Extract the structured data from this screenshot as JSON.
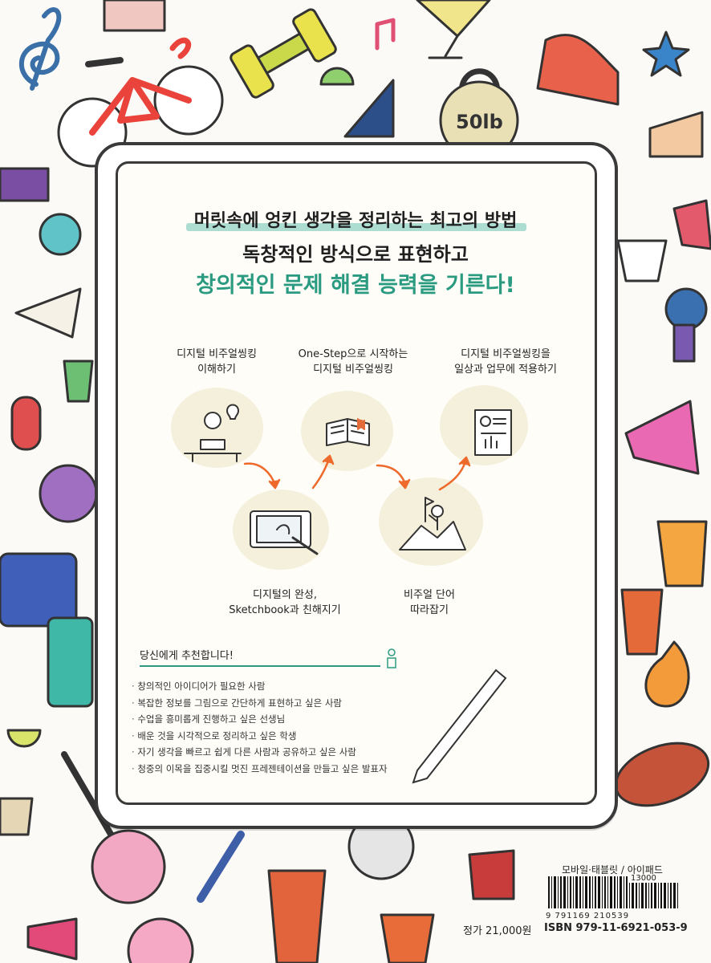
{
  "headline": {
    "line1": "머릿속에 엉킨 생각을 정리하는 최고의 방법",
    "line2": "독창적인 방식으로 표현하고",
    "line3": "창의적인 문제 해결 능력을 기른다!"
  },
  "steps": [
    {
      "line1": "디지털 비주얼씽킹",
      "line2": "이해하기"
    },
    {
      "line1": "디지털의 완성,",
      "line2": "Sketchbook과 친해지기"
    },
    {
      "line1": "One-Step으로 시작하는",
      "line2": "디지털 비주얼씽킹"
    },
    {
      "line1": "비주얼 단어",
      "line2": "따라잡기"
    },
    {
      "line1": "디지털 비주얼씽킹을",
      "line2": "일상과 업무에 적용하기"
    }
  ],
  "recommend": {
    "title": "당신에게 추천합니다!",
    "items": [
      "창의적인 아이디어가 필요한 사람",
      "복잡한 정보를 그림으로 간단하게 표현하고 싶은 사람",
      "수업을 흥미롭게 진행하고 싶은 선생님",
      "배운 것을 시각적으로 정리하고 싶은 학생",
      "자기 생각을 빠르고 쉽게 다른 사람과 공유하고 싶은 사람",
      "청중의 이목을 집중시킬 멋진 프레젠테이션을 만들고 싶은 발표자"
    ]
  },
  "book_info": {
    "devices": "모바일·태블릿 / 아이패드",
    "price_code": "13000",
    "barcode_digits": "9 791169 210539",
    "price": "정가 21,000원",
    "isbn": "ISBN 979-11-6921-053-9"
  },
  "colors": {
    "accent": "#2a9b80",
    "highlight": "#9fd6c9",
    "blob": "#f5f0dc",
    "arrow": "#ee6a2c"
  }
}
